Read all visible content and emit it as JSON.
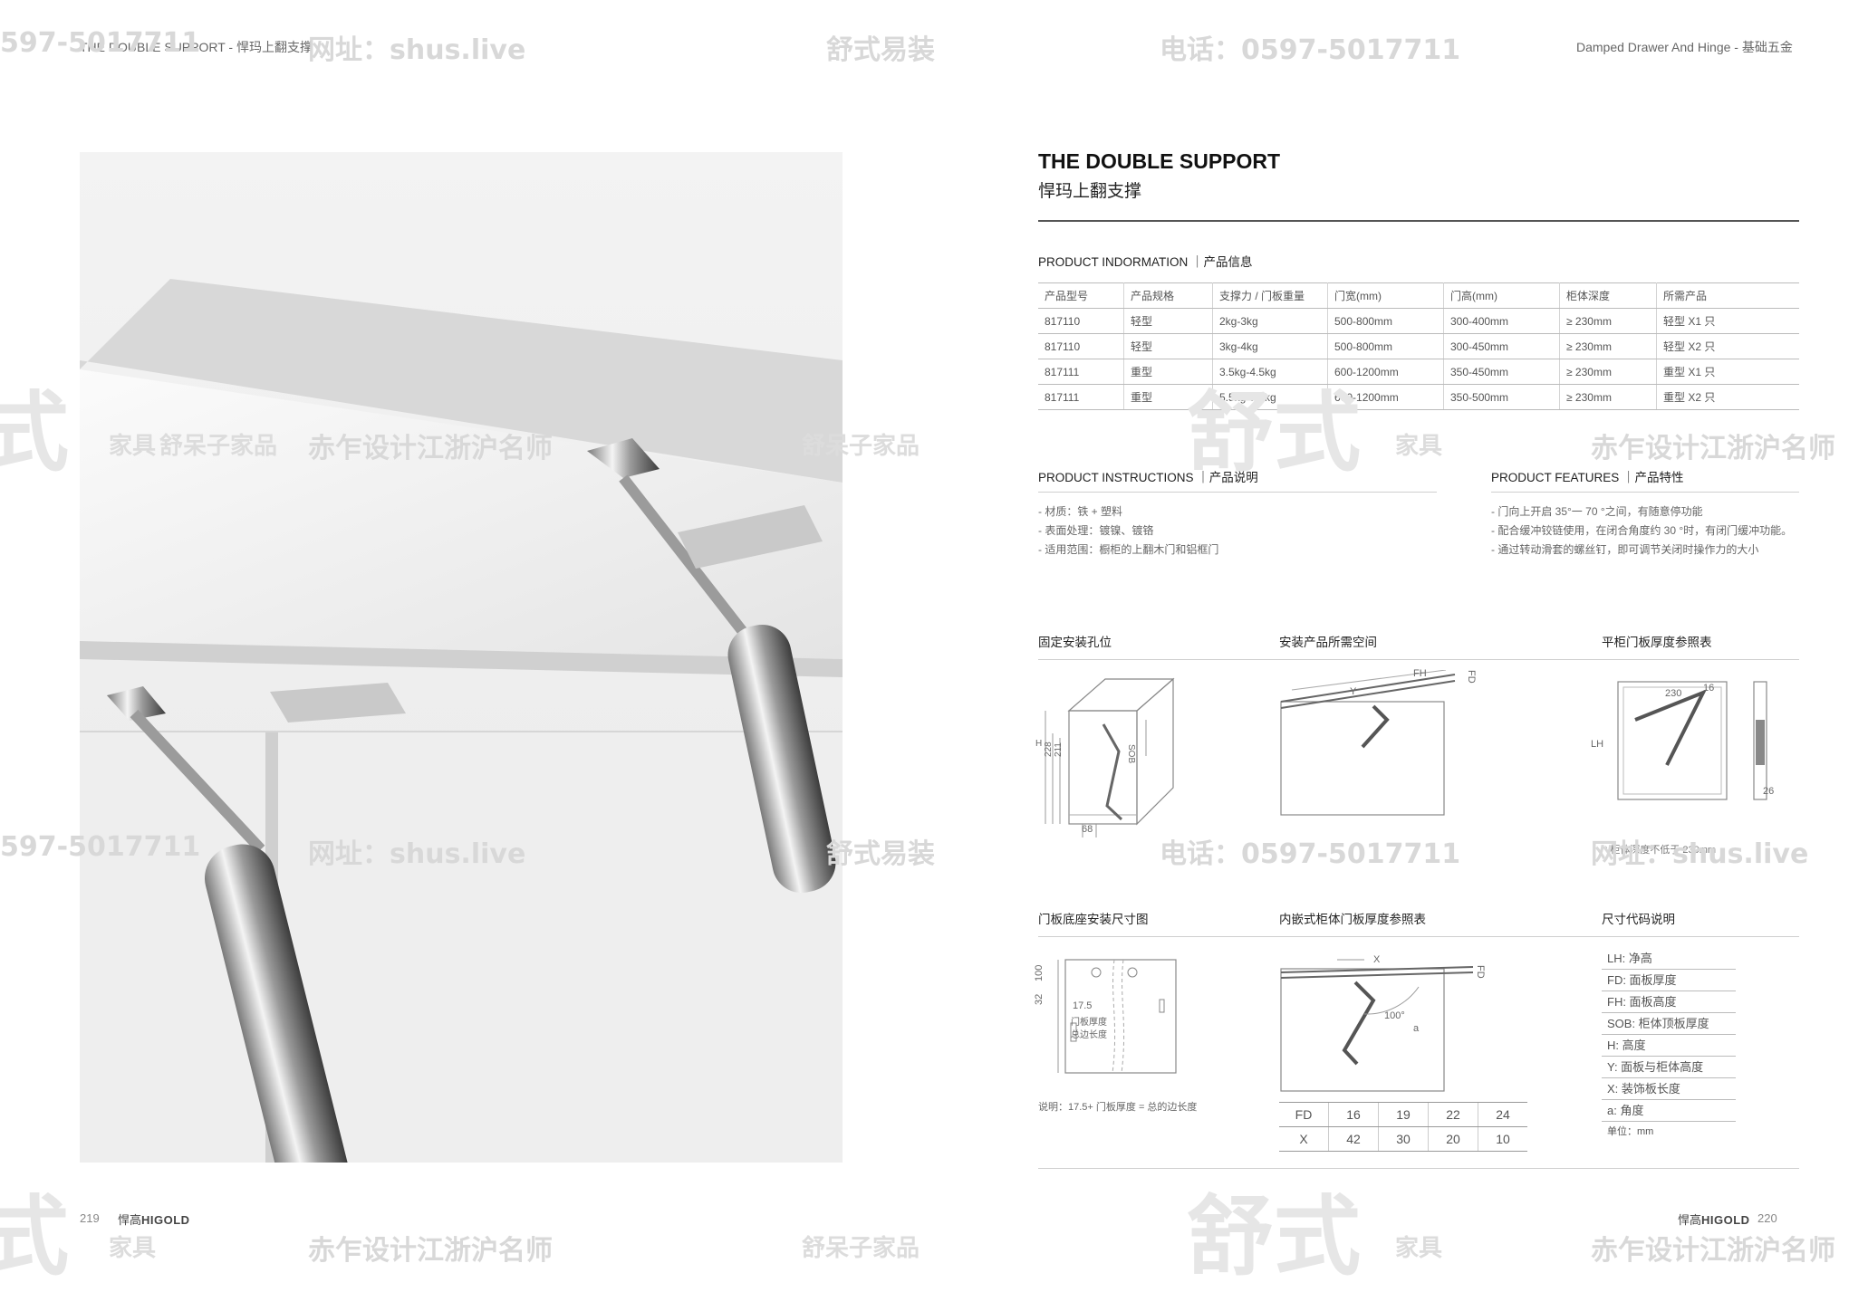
{
  "header": {
    "left": "THE DOUBLE SUPPORT - 悍玛上翻支撑",
    "right": "Damped Drawer And Hinge - 基础五金"
  },
  "watermarks": {
    "phone": "电话：0597-5017711",
    "phone_partial": "597-5017711",
    "site": "网址：shus.live",
    "site_partial": "网址：shus.live",
    "brand_yz": "舒式易装",
    "brand_big": "舒式",
    "brand_big_partial": "式",
    "jiaju": "家具",
    "daizi": "舒呆子家品",
    "chizuo": "赤乍设计江浙沪名师"
  },
  "title": {
    "en": "THE DOUBLE SUPPORT",
    "cn": "悍玛上翻支撑"
  },
  "product_info": {
    "heading": "PRODUCT INDORMATION ｜产品信息",
    "columns": [
      "产品型号",
      "产品规格",
      "支撑力 / 门板重量",
      "门宽(mm)",
      "门高(mm)",
      "柜体深度",
      "所需产品"
    ],
    "rows": [
      [
        "817110",
        "轻型",
        "2kg-3kg",
        "500-800mm",
        "300-400mm",
        "≥ 230mm",
        "轻型 X1 只"
      ],
      [
        "817110",
        "轻型",
        "3kg-4kg",
        "500-800mm",
        "300-450mm",
        "≥ 230mm",
        "轻型 X2 只"
      ],
      [
        "817111",
        "重型",
        "3.5kg-4.5kg",
        "600-1200mm",
        "350-450mm",
        "≥ 230mm",
        "重型 X1 只"
      ],
      [
        "817111",
        "重型",
        "5.5kg-7.5kg",
        "600-1200mm",
        "350-500mm",
        "≥ 230mm",
        "重型 X2 只"
      ]
    ]
  },
  "instructions": {
    "heading": "PRODUCT INSTRUCTIONS ｜产品说明",
    "items": [
      "- 材质：铁 + 塑料",
      "- 表面处理：镀镍、镀铬",
      "- 适用范围：橱柜的上翻木门和铝框门"
    ]
  },
  "features": {
    "heading": "PRODUCT FEATURES ｜产品特性",
    "items": [
      "- 门向上开启 35°一 70 °之间，有随意停功能",
      "- 配合缓冲铰链使用，在闭合角度约 30 °时，有闭门缓冲功能。",
      "- 通过转动滑套的螺丝钉，即可调节关闭时操作力的大小"
    ]
  },
  "diagrams": {
    "d1": {
      "title": "固定安装孔位",
      "labels": {
        "h": "H",
        "v228": "228",
        "v211": "211",
        "sob": "SOB",
        "d68": "68"
      }
    },
    "d2": {
      "title": "安装产品所需空间",
      "labels": {
        "fh": "FH",
        "fd": "FD",
        "y": "Y"
      }
    },
    "d3": {
      "title": "平柜门板厚度参照表",
      "labels": {
        "lh": "LH",
        "d230": "230",
        "d16": "16",
        "d26": "26"
      },
      "note": "* 柜体深度不低于 230mm"
    },
    "d4": {
      "title": "门板底座安装尺寸图",
      "labels": {
        "v32": "32",
        "v100": "100",
        "v175": "17.5",
        "t1": "门板厚度",
        "t2": "总边长度"
      },
      "note": "说明：17.5+ 门板厚度 = 总的边长度"
    },
    "d5": {
      "title": "内嵌式柜体门板厚度参照表",
      "labels": {
        "x": "X",
        "fd": "FD",
        "angle": "100°",
        "a": "a"
      },
      "fd_table": {
        "row1": [
          "FD",
          "16",
          "19",
          "22",
          "24"
        ],
        "row2": [
          "X",
          "42",
          "30",
          "20",
          "10"
        ]
      }
    },
    "d6": {
      "title": "尺寸代码说明",
      "codes": [
        "LH: 净高",
        "FD: 面板厚度",
        "FH: 面板高度",
        "SOB: 柜体顶板厚度",
        "H: 高度",
        "Y: 面板与柜体高度",
        "X: 装饰板长度",
        "a: 角度"
      ],
      "unit": "单位：mm"
    }
  },
  "footer": {
    "page_left": "219",
    "page_right": "220",
    "brand_cn": "悍高",
    "brand_en": "HIGOLD"
  }
}
